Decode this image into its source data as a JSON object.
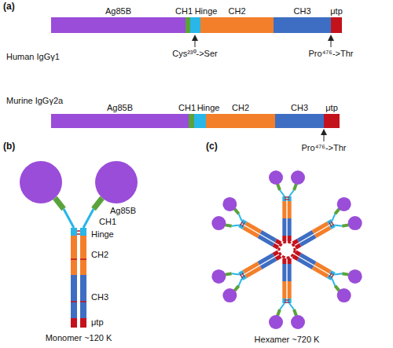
{
  "diagram": {
    "nodes": [
      {
        "text": [
          "Ag85B"
        ]
      },
      {
        "text": [
          "CH1"
        ]
      },
      {
        "text": [
          "Hinge"
        ]
      },
      {
        "text": [
          "CH2"
        ]
      },
      {
        "text": [
          "CH3"
        ]
      },
      {
        "text": [
          "μtp"
        ]
      },
      {
        "text": [
          "Ag85B"
        ]
      },
      {
        "text": [
          "CH1"
        ]
      },
      {
        "text": [
          "Hinge"
        ]
      },
      {
        "text": [
          "CH2"
        ]
      },
      {
        "text": [
          "CH3"
        ]
      },
      {
        "text": [
          "μtp"
        ]
      }
    ],
    "labels": [
      "(a)",
      "Human IgGγ1",
      "Cys²³⁰->Ser",
      "Pro⁴⁷⁶->Thr",
      "Murine IgGγ2a",
      "Pro⁴⁷⁶->Thr",
      "(b)",
      "Ag85B",
      "CH1",
      "Hinge",
      "CH2",
      "CH3",
      "μtp",
      "Monomer ~120 K",
      "(c)",
      "Hexamer ~720 K"
    ]
  }
}
